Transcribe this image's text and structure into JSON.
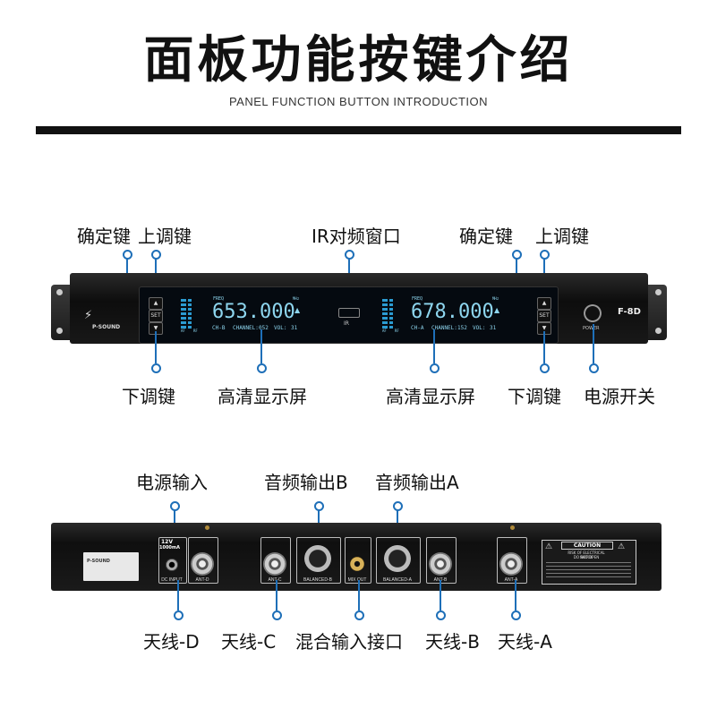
{
  "header": {
    "title": "面板功能按键介绍",
    "subtitle": "PANEL FUNCTION BUTTON INTRODUCTION"
  },
  "front_labels": {
    "confirm_left": "确定键",
    "up_left": "上调键",
    "ir_window": "IR对频窗口",
    "confirm_right": "确定键",
    "up_right": "上调键",
    "down_left": "下调键",
    "display_left": "高清显示屏",
    "display_right": "高清显示屏",
    "down_right": "下调键",
    "power_switch": "电源开关"
  },
  "front_panel": {
    "brand": "P-SOUND",
    "model": "F-8D",
    "set_label": "SET",
    "ir_label": "IR",
    "power_label": "POWER",
    "channel_b": {
      "freq": "653.000",
      "freq_caption": "FREQ",
      "unit": "MHz",
      "ch": "CH-B",
      "channel_label": "CHANNEL:",
      "channel_value": "052",
      "vol_label": "VOL:",
      "vol_value": "31",
      "af": "AF",
      "rf": "RF"
    },
    "channel_a": {
      "freq": "678.000",
      "freq_caption": "FREQ",
      "unit": "MHz",
      "ch": "CH-A",
      "channel_label": "CHANNEL:",
      "channel_value": "152",
      "vol_label": "VOL:",
      "vol_value": "31",
      "af": "AF",
      "rf": "RF"
    }
  },
  "rear_labels": {
    "power_input": "电源输入",
    "audio_out_b": "音频输出B",
    "audio_out_a": "音频输出A",
    "antenna_d": "天线-D",
    "antenna_c": "天线-C",
    "mix_input": "混合输入接口",
    "antenna_b": "天线-B",
    "antenna_a": "天线-A"
  },
  "rear_panel": {
    "dc_voltage": "12V",
    "dc_current": "1000mA",
    "dc_input": "DC INPUT",
    "ant_d": "ANT-D",
    "ant_c": "ANT-C",
    "balanced_b": "BALANCED-B",
    "mix_out": "MIX OUT",
    "balanced_a": "BALANCED-A",
    "ant_b": "ANT-B",
    "ant_a": "ANT-A",
    "caution": "CAUTION",
    "caution_line1": "RISK OF ELECTRICAL SHOCK",
    "caution_line2": "DO NOT OPEN"
  },
  "colors": {
    "accent": "#1e6fb8",
    "lcd": "#8ed6ef",
    "panel": "#1a1a1a"
  }
}
